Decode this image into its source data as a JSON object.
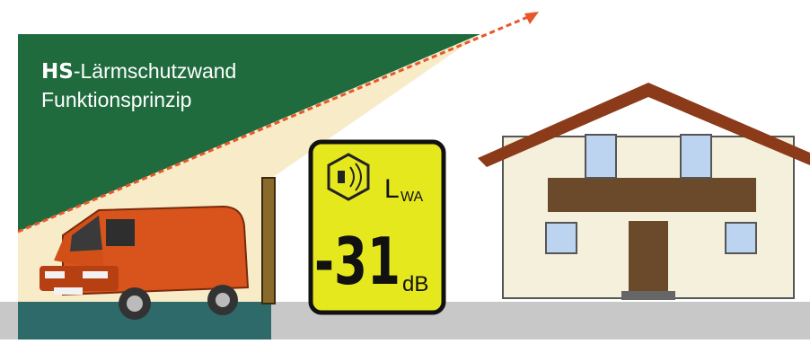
{
  "title": {
    "brand": "HS",
    "line1_rest": "-Lärmschutzwand",
    "line2": "Funktionsprinzip"
  },
  "sign": {
    "lwa_letter": "L",
    "lwa_subscript": "WA",
    "value": "-31",
    "unit": "dB",
    "icon": "speaker-icon"
  },
  "colors": {
    "green": "#1f6b3e",
    "sign_yellow": "#e6e81e",
    "van_orange": "#d9541c",
    "house_wall": "#f4f0dc",
    "roof_brown": "#8b3a1a",
    "ground_gray": "#c8c8c8",
    "noise_arrow": "#e8572a"
  }
}
